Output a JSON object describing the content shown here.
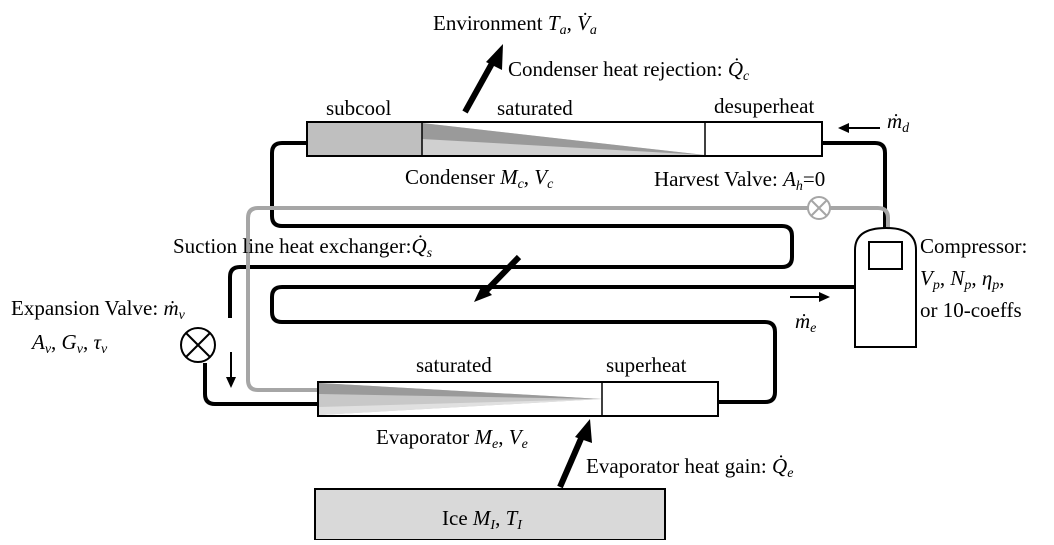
{
  "labels": {
    "environment": {
      "text": "Environment ",
      "sym1": "T",
      "sub1": "a",
      "sep": ", ",
      "sym2": "V̇",
      "sub2": "a"
    },
    "condenser_heat": {
      "text": "Condenser heat rejection: ",
      "sym": "Q̇",
      "sub": "c"
    },
    "subcool": "subcool",
    "cond_saturated": "saturated",
    "desuperheat": "desuperheat",
    "m_d": {
      "sym": "ṁ",
      "sub": "d"
    },
    "condenser": {
      "text": "Condenser ",
      "sym1": "M",
      "sub1": "c",
      "sep": ", ",
      "sym2": "V",
      "sub2": "c"
    },
    "harvest": {
      "text": "Harvest Valve: ",
      "sym": "A",
      "sub": "h",
      "tail": "=0"
    },
    "suction": {
      "text": "Suction line heat exchanger:",
      "sym": "Q̇",
      "sub": "s"
    },
    "compressor": {
      "title": "Compressor:",
      "line2": {
        "sym1": "V",
        "sub1": "p",
        "sep1": ", ",
        "sym2": "N",
        "sub2": "p",
        "sep2": ", ",
        "sym3": "η",
        "sub3": "p",
        "tail": ","
      },
      "line3": "or 10-coeffs"
    },
    "expansion": {
      "title": "Expansion Valve: ",
      "mv": {
        "sym": "ṁ",
        "sub": "v"
      },
      "line2": {
        "sym1": "A",
        "sub1": "v",
        "sep1": ", ",
        "sym2": "G",
        "sub2": "v",
        "sep2": ", ",
        "sym3": "τ",
        "sub3": "v"
      }
    },
    "m_e": {
      "sym": "ṁ",
      "sub": "e"
    },
    "evap_saturated": "saturated",
    "superheat": "superheat",
    "evaporator": {
      "text": "Evaporator ",
      "sym1": "M",
      "sub1": "e",
      "sep": ", ",
      "sym2": "V",
      "sub2": "e"
    },
    "evap_heat": {
      "text": "Evaporator heat gain: ",
      "sym": "Q̇",
      "sub": "e"
    },
    "ice": {
      "text": "Ice ",
      "sym1": "M",
      "sub1": "I",
      "sep": ", ",
      "sym2": "T",
      "sub2": "I"
    }
  },
  "colors": {
    "line": "#000000",
    "suction_line": "#a6a6a6",
    "subcool_fill": "#bfbfbf",
    "ice_fill": "#d9d9d9",
    "harvest_valve": "#a6a6a6"
  }
}
